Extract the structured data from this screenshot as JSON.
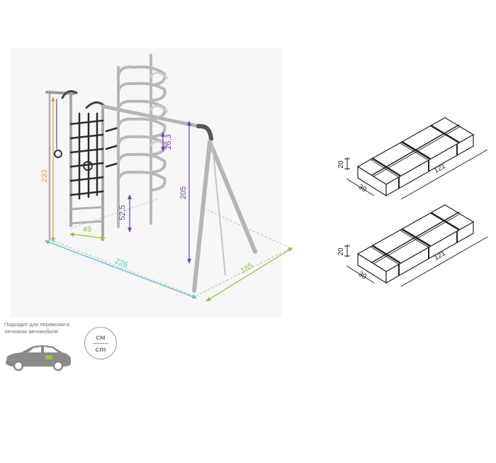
{
  "dimensions": {
    "height_total": "233",
    "ladder_width": "49",
    "step_height": "52,5",
    "rung_spacing": "26,3",
    "swing_height": "205",
    "length": "226",
    "depth": "185"
  },
  "packages": [
    {
      "height": "20",
      "width": "39",
      "length": "121"
    },
    {
      "height": "20",
      "width": "39",
      "length": "121"
    }
  ],
  "car_note": "Подходит для перевозки в легковом автомобиле",
  "units": {
    "top": "см",
    "bottom": "cm"
  },
  "colors": {
    "orange": "#e0a24a",
    "green": "#8cc63f",
    "purple": "#7a3fb5",
    "cyan": "#4cc4cc",
    "frame": "#9b9b9b",
    "dark": "#333333"
  }
}
